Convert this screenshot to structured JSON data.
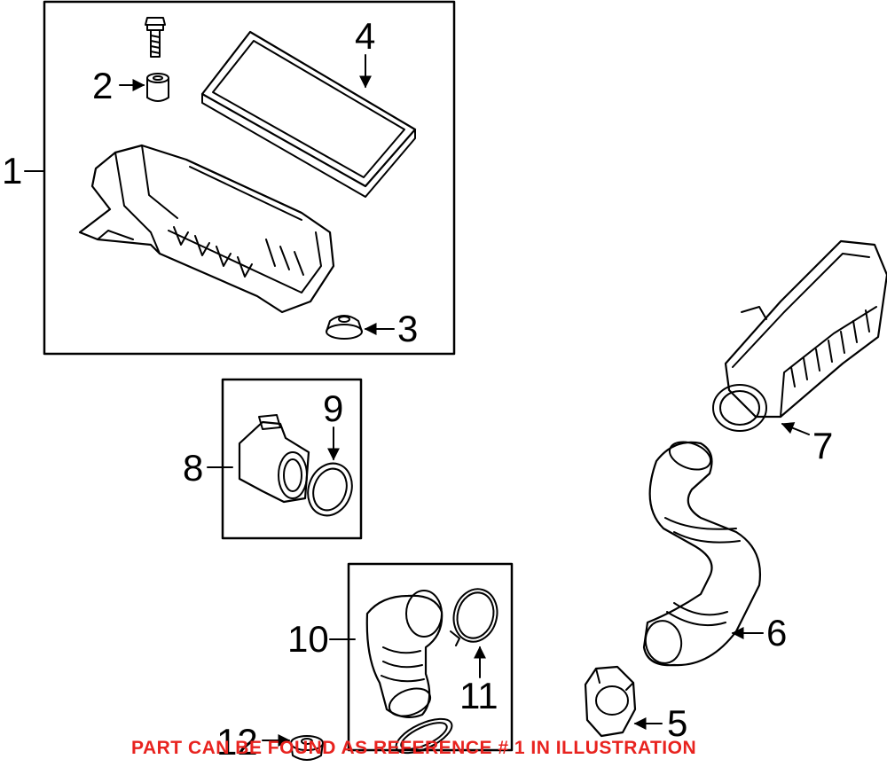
{
  "callouts": {
    "c1": "1",
    "c2": "2",
    "c3": "3",
    "c4": "4",
    "c5": "5",
    "c6": "6",
    "c7": "7",
    "c8": "8",
    "c9": "9",
    "c10": "10",
    "c11": "11",
    "c12": "12"
  },
  "note": "PART CAN BE FOUND AS REFERENCE # 1 IN ILLUSTRATION",
  "colors": {
    "note": "#e8231f",
    "line": "#000000"
  }
}
